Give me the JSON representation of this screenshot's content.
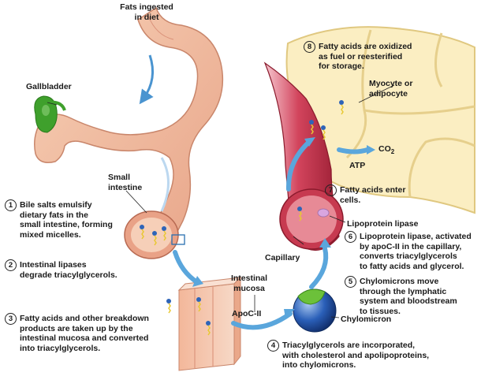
{
  "labels": {
    "fats_ingested": "Fats ingested\nin diet",
    "gallbladder": "Gallbladder",
    "small_intestine": "Small\nintestine",
    "myocyte": "Myocyte or\nadipocyte",
    "co2": "CO",
    "co2_sub": "2",
    "atp": "ATP",
    "lipoprotein_lipase": "Lipoprotein lipase",
    "capillary": "Capillary",
    "intestinal_mucosa": "Intestinal\nmucosa",
    "apoc2": "ApoC-II",
    "chylomicron": "Chylomicron"
  },
  "steps": [
    {
      "number": "1",
      "text": "Bile salts emulsify\ndietary fats in the\nsmall intestine, forming\nmixed micelles."
    },
    {
      "number": "2",
      "text": "Intestinal lipases\ndegrade triacylglycerols."
    },
    {
      "number": "3",
      "text": "Fatty acids and other breakdown\nproducts are taken up by the\nintestinal mucosa and converted\ninto triacylglycerols."
    },
    {
      "number": "4",
      "text": "Triacylglycerols are incorporated,\nwith cholesterol and apolipoproteins,\ninto chylomicrons."
    },
    {
      "number": "5",
      "text": "Chylomicrons move\nthrough the lymphatic\nsystem and bloodstream\nto tissues."
    },
    {
      "number": "6",
      "text": "Lipoprotein lipase, activated\nby apoC-II in the capillary,\nconverts triacylglycerols\nto fatty acids and glycerol."
    },
    {
      "number": "7",
      "text": "Fatty acids enter\ncells."
    },
    {
      "number": "8",
      "text": "Fatty acids are oxidized\nas fuel or reesterified\nfor storage."
    }
  ],
  "colors": {
    "tissue_pink": "#f2c2a6",
    "tissue_dark": "#d88c74",
    "gallbladder_green": "#3fa02c",
    "vessel_red": "#c8324a",
    "vessel_light": "#f4b8c2",
    "cell_yellow": "#fbeec2",
    "cell_border": "#e0c880",
    "arrow_blue": "#5aa6dc",
    "chylomicron_blue": "#2a5fb8",
    "apoc2_green": "#6cc13a",
    "fatty_acid_yellow": "#e8c832",
    "head_blue": "#2e64b8"
  }
}
